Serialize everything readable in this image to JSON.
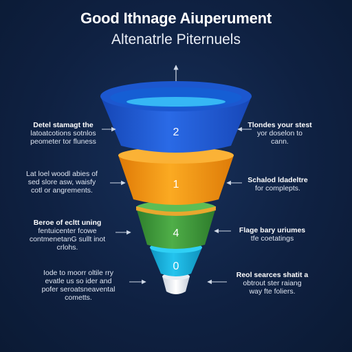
{
  "title": "Good Ithnage Aiuperument",
  "subtitle": "Altenatrle Piternuels",
  "stages": [
    {
      "number": "2",
      "color": "#1f5fd6",
      "left_text": [
        "Detel stamagt the",
        "latoatcotions sotnlos",
        "peometer tor fluness"
      ],
      "right_text": [
        "Tlondes your stest",
        "yor doselon to",
        "cann."
      ]
    },
    {
      "number": "1",
      "color": "#f39a14",
      "left_text": [
        "Lat loel woodl abies of",
        "sed slore asw, waisfy",
        "cotl or angrements."
      ],
      "right_text": [
        "Schalod ldadeltre",
        "for complepts."
      ]
    },
    {
      "number": "4",
      "color": "#3f9b3c",
      "left_text": [
        "Beroe of ecltt uning",
        "fentuicenter fcowe",
        "contmenetanG sullt inot",
        "crlohs."
      ],
      "right_text": [
        "Flage bary uriumes",
        "tfe coetatings"
      ]
    },
    {
      "number": "0",
      "color": "#19b6e0",
      "left_text": [
        "Iode to moorr oltile rry",
        "evatle us so ider and",
        "pofer seroatsneavental",
        "cometts."
      ],
      "right_text": [
        "Reol searces shatit a",
        "obtrout ster raiang",
        "way fte foliers."
      ]
    }
  ]
}
